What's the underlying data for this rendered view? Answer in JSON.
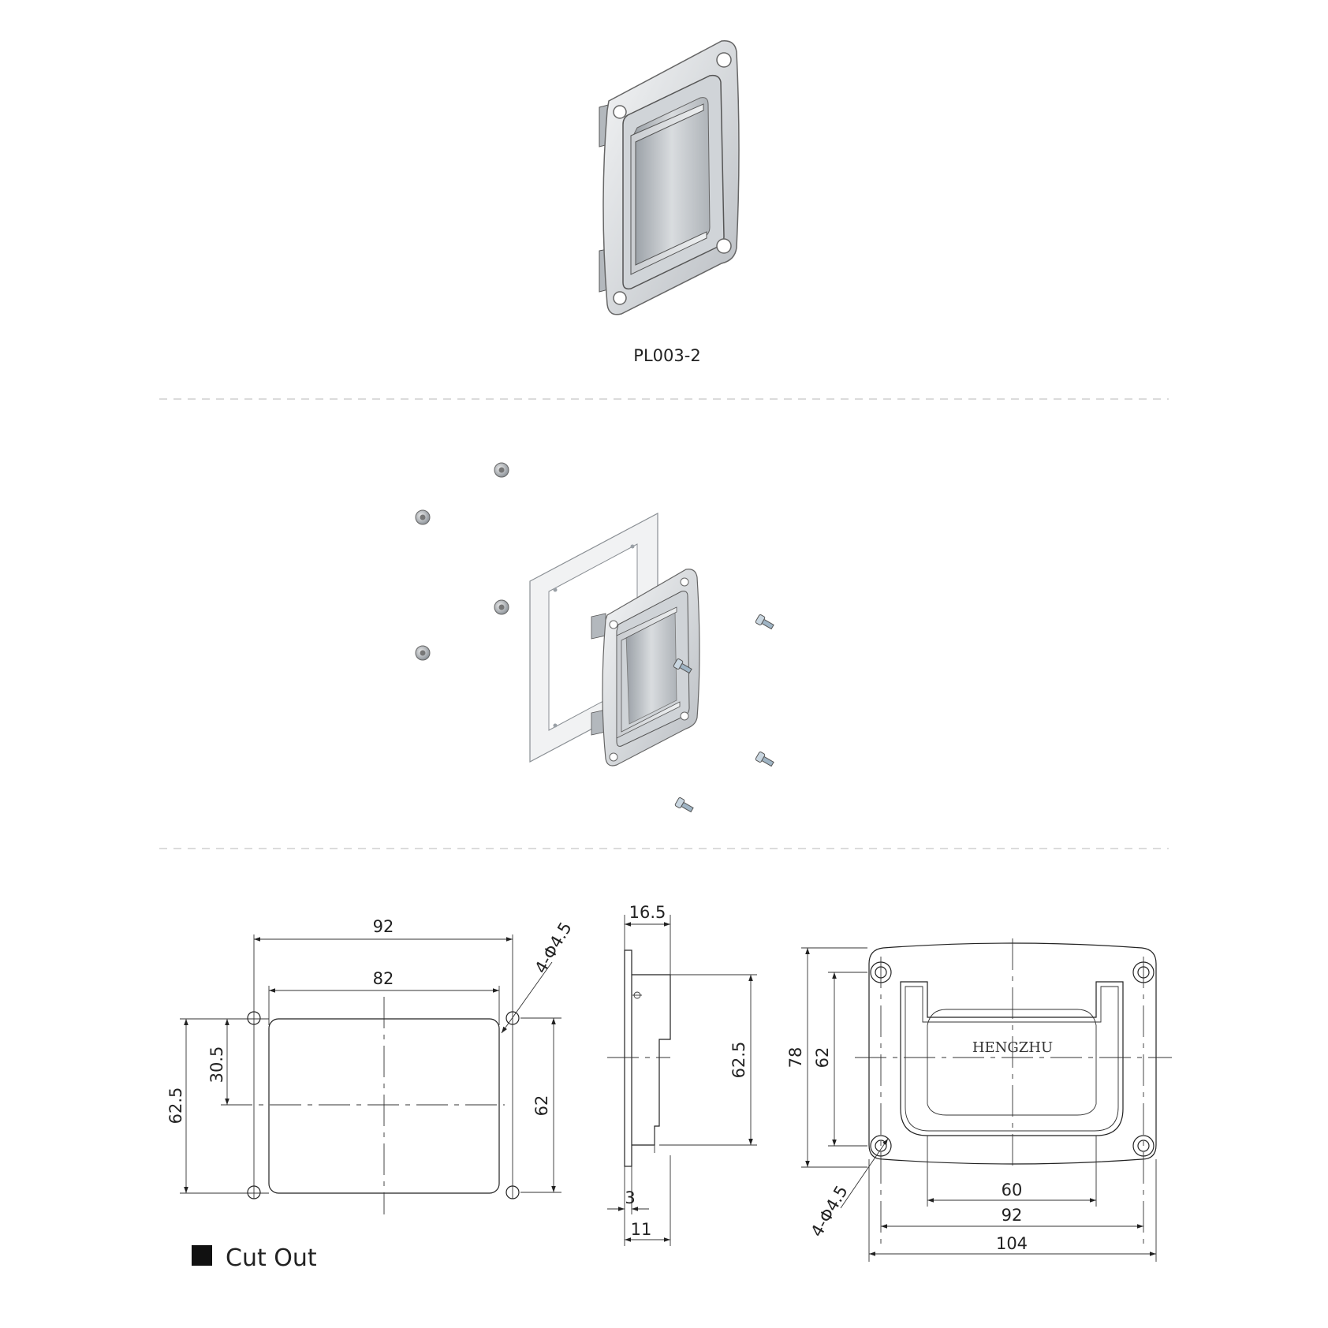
{
  "product": {
    "model": "PL003-2"
  },
  "cutout": {
    "dims": {
      "outer_width": "92",
      "inner_width": "82",
      "hole": "4-Φ4.5",
      "half_height": "30.5",
      "outer_height": "62.5",
      "hole_pitch": "62"
    }
  },
  "side": {
    "dims": {
      "depth": "16.5",
      "height": "62.5",
      "plate": "3",
      "overall": "11"
    }
  },
  "front": {
    "brand": "HENGZHU",
    "dims": {
      "height": "78",
      "hole_pitch_v": "62",
      "hole": "4-Φ4.5",
      "handle_width": "60",
      "hole_pitch_h": "92",
      "width": "104"
    }
  },
  "legend": {
    "label": "Cut Out"
  },
  "colors": {
    "metal_light": "#e6e8ea",
    "metal_mid": "#bfc3c7",
    "metal_dark": "#8a9096",
    "line": "#222222",
    "separator": "#cfcfcf"
  }
}
